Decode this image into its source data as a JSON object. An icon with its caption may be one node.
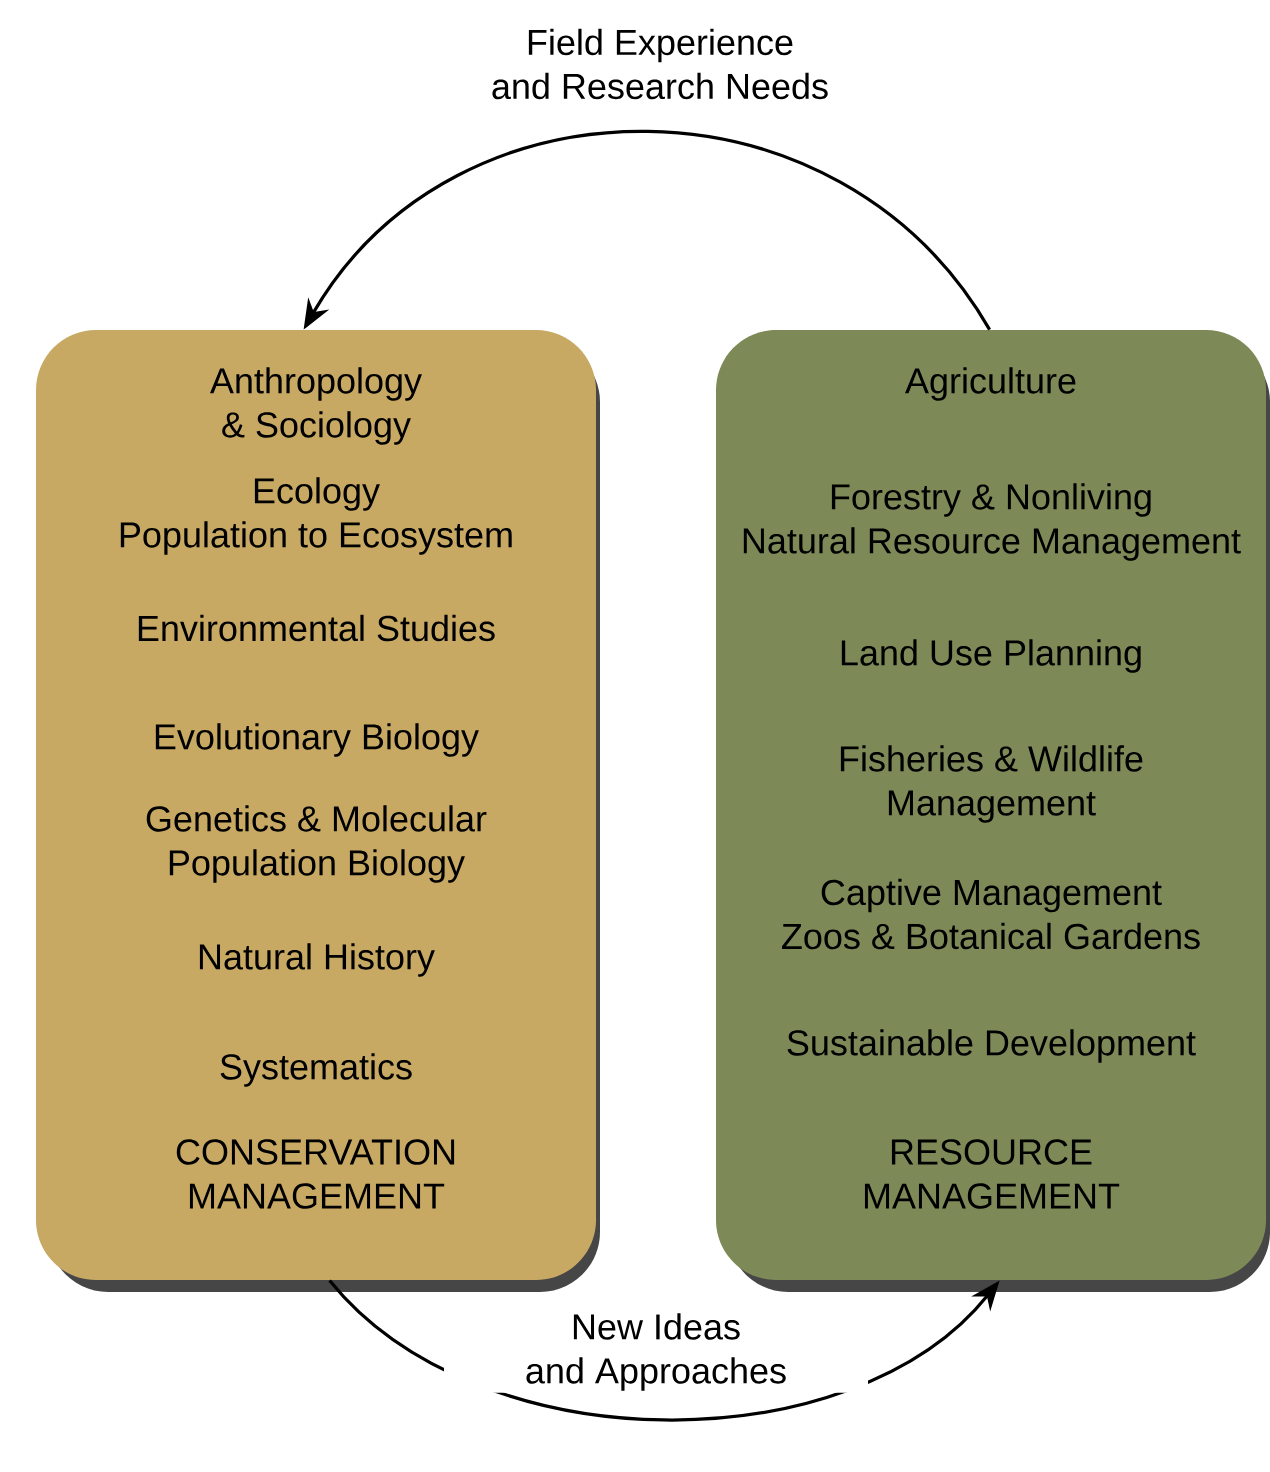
{
  "diagram": {
    "nodes": [
      {
        "text": [
          "Anthropology & Sociology",
          "Ecology Population to Ecosystem",
          "Environmental Studies",
          "Evolutionary Biology",
          "Genetics & Molecular Population Biology",
          "Natural History",
          "Systematics",
          "CONSERVATION MANAGEMENT"
        ]
      },
      {
        "text": [
          "Agriculture",
          "Forestry & Nonliving Natural Resource Management",
          "Land Use Planning",
          "Fisheries & Wildlife Management",
          "Captive Management Zoos & Botanical Gardens",
          "Sustainable Development",
          "RESOURCE MANAGEMENT"
        ]
      }
    ],
    "edges": [
      {
        "from": 1,
        "to": 0,
        "arrow": "to",
        "label": "Field Experience and Research Needs"
      },
      {
        "from": 0,
        "to": 1,
        "arrow": "to",
        "label": "New Ideas and Approaches"
      }
    ]
  }
}
